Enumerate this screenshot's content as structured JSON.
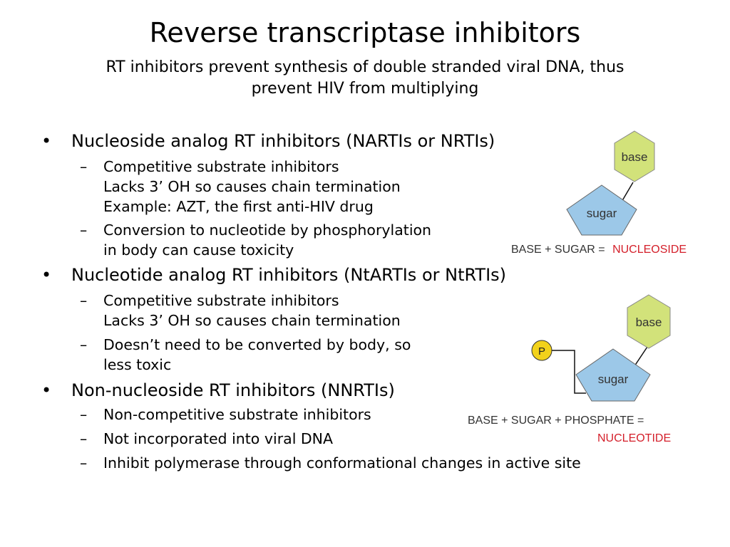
{
  "slide": {
    "title": "Reverse transcriptase inhibitors",
    "subtitle_lines": [
      "RT inhibitors prevent synthesis of double stranded viral DNA, thus",
      "prevent HIV from multiplying"
    ]
  },
  "bullet_mark": "•",
  "sub_mark": "–",
  "bullets": [
    {
      "text": "Nucleoside analog RT inhibitors (NARTIs or NRTIs)",
      "subs": [
        {
          "lines": [
            "Competitive substrate inhibitors",
            "Lacks 3’ OH so causes chain termination",
            "Example: AZT, the first anti-HIV drug"
          ]
        },
        {
          "lines": [
            "Conversion to nucleotide by phosphorylation",
            "in body can cause toxicity"
          ]
        }
      ]
    },
    {
      "text": "Nucleotide analog RT inhibitors (NtARTIs or NtRTIs)",
      "subs": [
        {
          "lines": [
            "Competitive substrate inhibitors",
            "Lacks 3’ OH so causes chain termination"
          ]
        },
        {
          "lines": [
            "Doesn’t need to be converted by body, so",
            "less toxic"
          ]
        }
      ]
    },
    {
      "text": "Non-nucleoside RT inhibitors (NNRTIs)",
      "subs": [
        {
          "lines": [
            "Non-competitive substrate inhibitors"
          ]
        },
        {
          "lines": [
            "Not incorporated into viral DNA"
          ]
        },
        {
          "lines": [
            "Inhibit polymerase through conformational changes in active site"
          ]
        }
      ]
    }
  ],
  "diagrams": {
    "nucleoside": {
      "base_label": "base",
      "sugar_label": "sugar",
      "caption_black": "BASE + SUGAR =",
      "caption_red": "NUCLEOSIDE"
    },
    "nucleotide": {
      "phosphate_label": "P",
      "base_label": "base",
      "sugar_label": "sugar",
      "caption_black": "BASE + SUGAR + PHOSPHATE =",
      "caption_red": "NUCLEOTIDE"
    }
  },
  "colors": {
    "base_fill": "#d2e27a",
    "sugar_fill": "#9cc8e8",
    "phosphate_fill": "#f2d21b",
    "caption_red": "#d41f2a",
    "caption_black": "#333333"
  }
}
